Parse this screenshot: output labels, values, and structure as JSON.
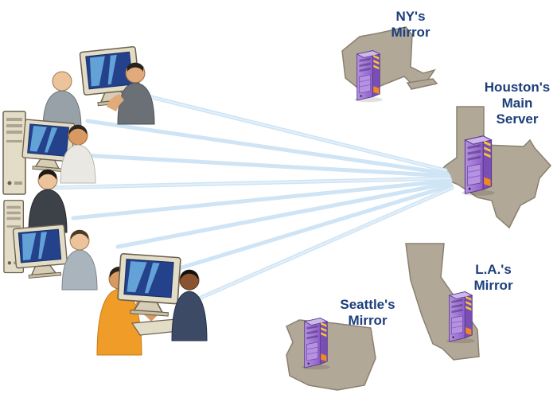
{
  "diagram": {
    "type": "network-topology",
    "labels": {
      "ny": [
        "NY's",
        "Mirror"
      ],
      "houston": [
        "Houston's",
        "Main",
        "Server"
      ],
      "la": [
        "L.A.'s",
        "Mirror"
      ],
      "seattle": [
        "Seattle's",
        "Mirror"
      ]
    },
    "nodes": [
      {
        "id": "clients",
        "kind": "user-workstations-cluster"
      },
      {
        "id": "houston",
        "label": "Houston's Main Server",
        "state_icon": "texas-state-icon",
        "icon": "server-tower-icon"
      },
      {
        "id": "ny",
        "label": "NY's Mirror",
        "state_icon": "new-york-state-icon",
        "icon": "server-tower-icon"
      },
      {
        "id": "la",
        "label": "L.A.'s Mirror",
        "state_icon": "california-state-icon",
        "icon": "server-tower-icon"
      },
      {
        "id": "seattle",
        "label": "Seattle's Mirror",
        "state_icon": "washington-state-icon",
        "icon": "server-tower-icon"
      }
    ],
    "connections": [
      {
        "from": "clients",
        "to": "houston",
        "style": "light-blue-beam",
        "count": 8
      }
    ],
    "colors": {
      "label_text": "#1c3f7a",
      "beam": "#cfe4f5",
      "state_fill": "#b2a898",
      "state_stroke": "#8a8070",
      "server_purple": "#9a6ed2",
      "server_accent_yellow": "#f5c63a",
      "server_logo_orange": "#f08a20",
      "monitor_screen_blue": "#24418c"
    }
  }
}
